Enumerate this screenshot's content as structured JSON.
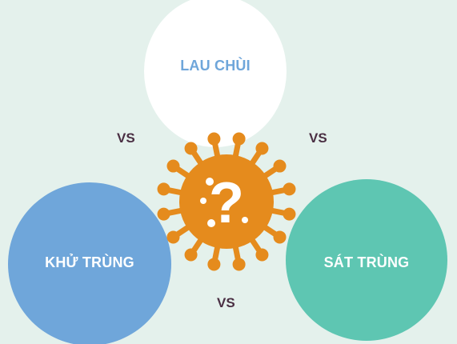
{
  "diagram": {
    "nodes": [
      {
        "id": "top",
        "label": "LAU CHÙI",
        "fill": "#ffffff",
        "text_color": "#6fa6da"
      },
      {
        "id": "left",
        "label": "KHỬ TRÙNG",
        "fill": "#6fa6da",
        "text_color": "#ffffff"
      },
      {
        "id": "right",
        "label": "SÁT TRÙNG",
        "fill": "#5ec6b2",
        "text_color": "#ffffff"
      }
    ],
    "vs_labels": [
      "VS",
      "VS",
      "VS"
    ],
    "center": {
      "icon": "virus-icon",
      "symbol": "?",
      "color": "#e58b1d"
    }
  },
  "colors": {
    "background": "#e4f1ec",
    "vs_text": "#4a2f43"
  }
}
